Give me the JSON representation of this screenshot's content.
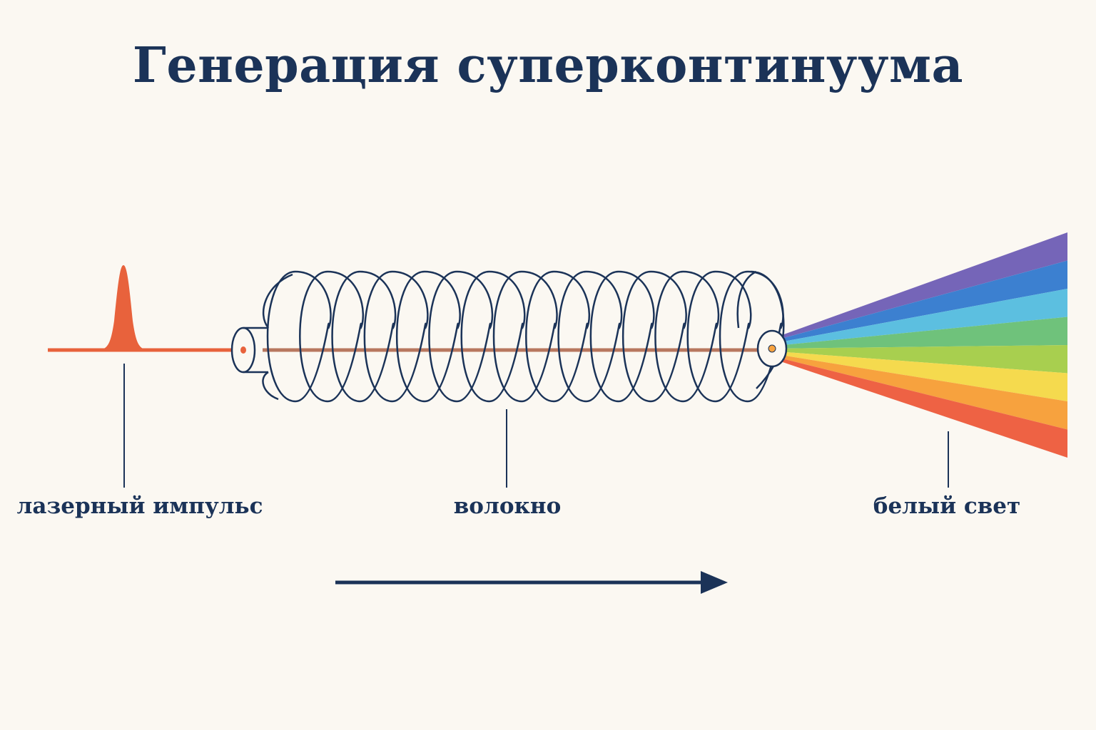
{
  "title": "Генерация суперконтинуума",
  "labels": {
    "pulse": "лазерный импульс",
    "fiber": "волокно",
    "white_light": "белый свет"
  },
  "colors": {
    "text": "#1b3358",
    "pulse": "#e8623c",
    "fiber_core": "#b8775f",
    "coil": "#1b3358",
    "background": "#fbf8f2",
    "spectrum": [
      "#7565b8",
      "#3c80d0",
      "#5cbfe0",
      "#6fc27b",
      "#a8cf4f",
      "#f5da4e",
      "#f7a23e",
      "#ee6244"
    ]
  }
}
